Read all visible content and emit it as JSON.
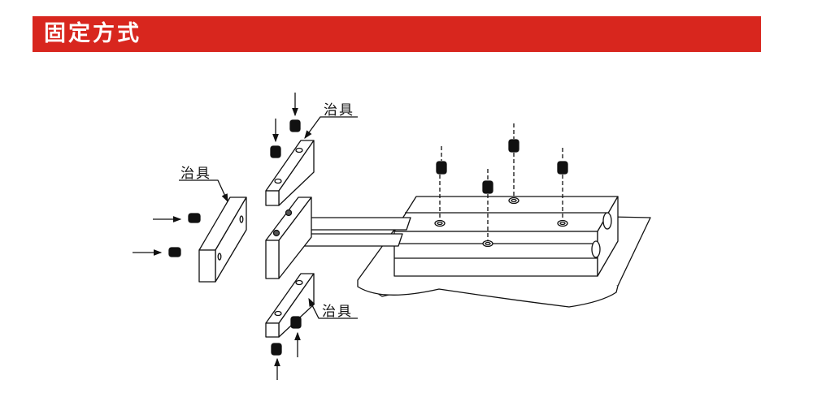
{
  "header": {
    "title": "固定方式",
    "color": "#d8261e"
  },
  "diagram": {
    "labels": {
      "jig_top": "治具",
      "jig_left": "治具",
      "jig_bottom": "治具"
    }
  }
}
